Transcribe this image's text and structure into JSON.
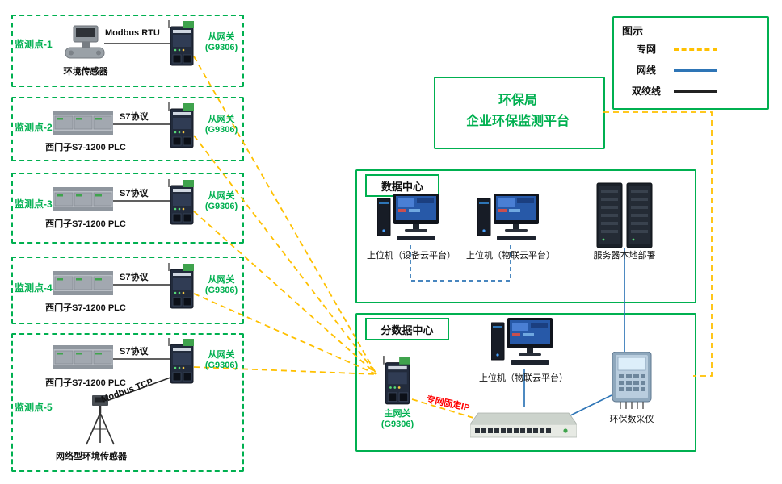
{
  "legend": {
    "title": "图示",
    "items": [
      {
        "label": "专网",
        "style": "dashed-yellow",
        "color": "#ffc000"
      },
      {
        "label": "网线",
        "style": "solid-blue",
        "color": "#2e75b6"
      },
      {
        "label": "双绞线",
        "style": "solid-black",
        "color": "#222222"
      }
    ]
  },
  "platform": {
    "line1": "环保局",
    "line2": "企业环保监测平台"
  },
  "monitoring_points": [
    {
      "name": "监测点-1",
      "device_label": "环境传感器",
      "protocol": "Modbus RTU",
      "gateway_line1": "从网关",
      "gateway_line2": "(G9306)"
    },
    {
      "name": "监测点-2",
      "device_label": "西门子S7-1200 PLC",
      "protocol": "S7协议",
      "gateway_line1": "从网关",
      "gateway_line2": "(G9306)"
    },
    {
      "name": "监测点-3",
      "device_label": "西门子S7-1200 PLC",
      "protocol": "S7协议",
      "gateway_line1": "从网关",
      "gateway_line2": "(G9306)"
    },
    {
      "name": "监测点-4",
      "device_label": "西门子S7-1200 PLC",
      "protocol": "S7协议",
      "gateway_line1": "从网关",
      "gateway_line2": "(G9306)"
    },
    {
      "name": "监测点-5",
      "device_label": "西门子S7-1200 PLC",
      "protocol": "S7协议",
      "protocol2": "Modbus TCP",
      "device2_label": "网络型环境传感器",
      "gateway_line1": "从网关",
      "gateway_line2": "(G9306)"
    }
  ],
  "data_center": {
    "title": "数据中心",
    "nodes": [
      {
        "label": "上位机（设备云平台）"
      },
      {
        "label": "上位机（物联云平台）"
      },
      {
        "label": "服务器本地部署"
      }
    ]
  },
  "sub_data_center": {
    "title": "分数据中心",
    "main_gateway_line1": "主网关",
    "main_gateway_line2": "(G9306)",
    "fixed_ip_label": "专网固定IP",
    "computer_label": "上位机（物联云平台）",
    "collector_label": "环保数采仪"
  },
  "colors": {
    "green": "#00b050",
    "yellow": "#ffc000",
    "blue": "#2e75b6",
    "red": "#ff0000"
  }
}
